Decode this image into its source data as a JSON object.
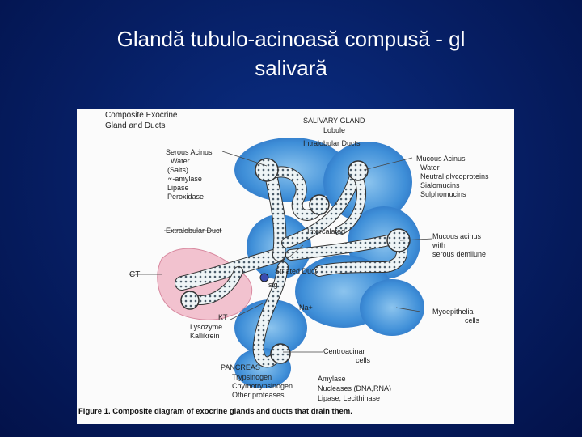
{
  "slide": {
    "title_line1": "Glandă tubulo-acinoasă compusă - gl",
    "title_line2": "salivară"
  },
  "figure": {
    "caption_prefix": "Figure 1.",
    "caption": "Composite diagram of exocrine glands and ducts that drain them.",
    "labels": {
      "composite1": "Composite  Exocrine",
      "composite2": "Gland  and  Ducts",
      "salivary_gland": "SALIVARY  GLAND",
      "lobule": "Lobule",
      "intralobular": "Intralobular Ducts",
      "serous1": "Serous Acinus",
      "serous2": "Water",
      "serous3": "(Salts)",
      "serous4": "∝-amylase",
      "serous5": "Lipase",
      "serous6": "Peroxidase",
      "mucous1": "Mucous  Acinus",
      "mucous2": "Water",
      "mucous3": "Neutral glycoproteins",
      "mucous4": "Sialomucins",
      "mucous5": "Sulphomucins",
      "extralobular": "Extralobular Duct",
      "intercalated": "Intercalated",
      "mucous_serous1": "Mucous acinus",
      "mucous_serous2": "with",
      "mucous_serous3": "serous demilune",
      "ct": "CT",
      "striated": "Striated Duct",
      "sig": "sig",
      "na": "Na+",
      "myo1": "Myoepithelial",
      "myo2": "cells",
      "kt": "KT",
      "kt2": "Lysozyme",
      "kt3": "Kallikrein",
      "centro1": "Centroacinar",
      "centro2": "cells",
      "pancreas": "PANCREAS",
      "pan1": "Trypsinogen",
      "pan2": "Chymotrypsinogen",
      "pan3": "Other proteases",
      "pan4": "Amylase",
      "pan5": "Nucleases (DNA,RNA)",
      "pan6": "Lipase, Lecithinase"
    }
  },
  "colors": {
    "background": "#061e63",
    "lobule_blue": "#3f8fd8",
    "lobule_light": "#8cc4ee",
    "ct_pink": "#f2c2cf",
    "tubule_fill": "#eef4f6",
    "cell_dot": "#4a5c6a"
  }
}
